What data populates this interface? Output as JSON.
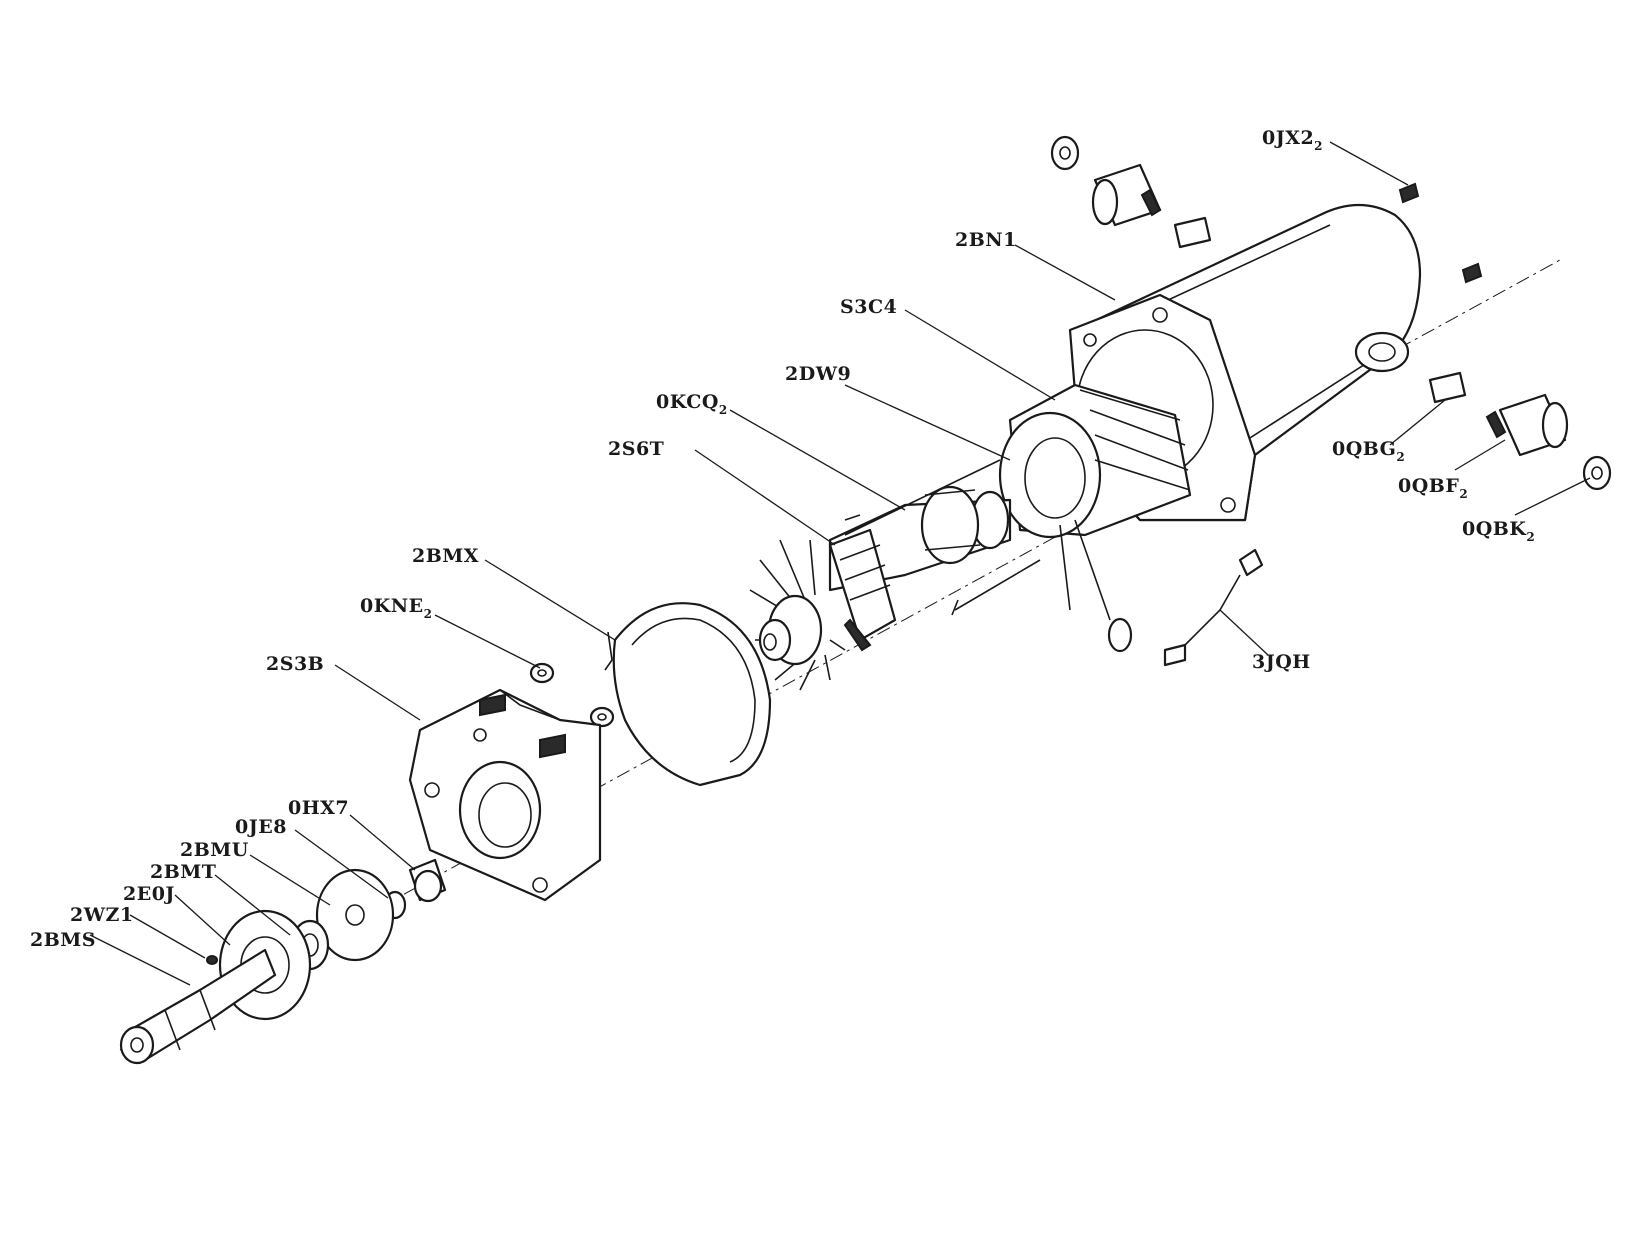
{
  "labels": {
    "jx2": {
      "text": "0JX2",
      "sub": "2"
    },
    "bn1": {
      "text": "2BN1"
    },
    "s3c4": {
      "text": "S3C4"
    },
    "dw9": {
      "text": "2DW9"
    },
    "kcq": {
      "text": "0KCQ",
      "sub": "2"
    },
    "s6t": {
      "text": "2S6T"
    },
    "bmx": {
      "text": "2BMX"
    },
    "kne": {
      "text": "0KNE",
      "sub": "2"
    },
    "s3b": {
      "text": "2S3B"
    },
    "hx7": {
      "text": "0HX7"
    },
    "je8": {
      "text": "0JE8"
    },
    "bmu": {
      "text": "2BMU"
    },
    "bmt": {
      "text": "2BMT"
    },
    "e0j": {
      "text": "2E0J"
    },
    "wz1": {
      "text": "2WZ1"
    },
    "bms": {
      "text": "2BMS"
    },
    "qbg": {
      "text": "0QBG",
      "sub": "2"
    },
    "qbf": {
      "text": "0QBF",
      "sub": "2"
    },
    "qbk": {
      "text": "0QBK",
      "sub": "2"
    },
    "jqh": {
      "text": "3JQH"
    }
  }
}
